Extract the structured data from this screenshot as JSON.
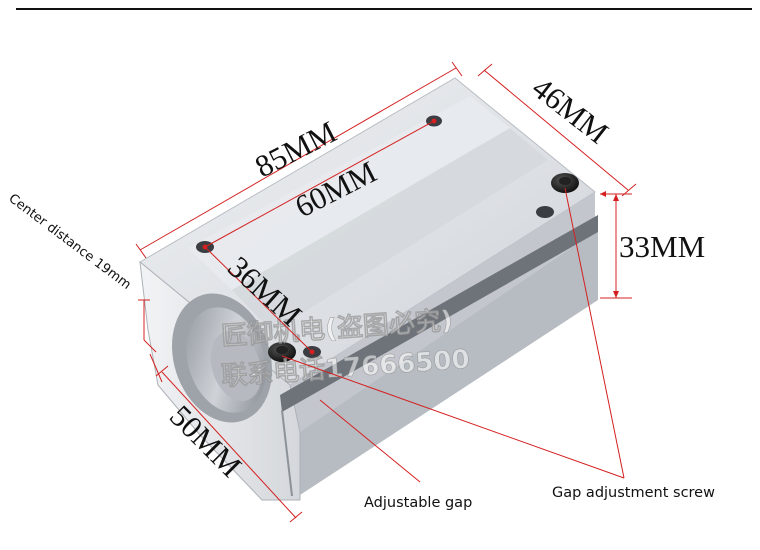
{
  "dimensions": {
    "length": "85MM",
    "width": "46MM",
    "hole_spacing_long": "60MM",
    "hole_spacing_short": "36MM",
    "height": "33MM",
    "base_width": "50MM",
    "center_distance": "Center distance 19mm"
  },
  "callouts": {
    "adjustable_gap": "Adjustable gap",
    "gap_screw": "Gap adjustment screw"
  },
  "watermark": {
    "line1": "匠御机电(盗图必究)",
    "line2": "联系电话17666500"
  },
  "colors": {
    "dimension_line": "#d42020",
    "aluminum": "#d9dde2"
  }
}
